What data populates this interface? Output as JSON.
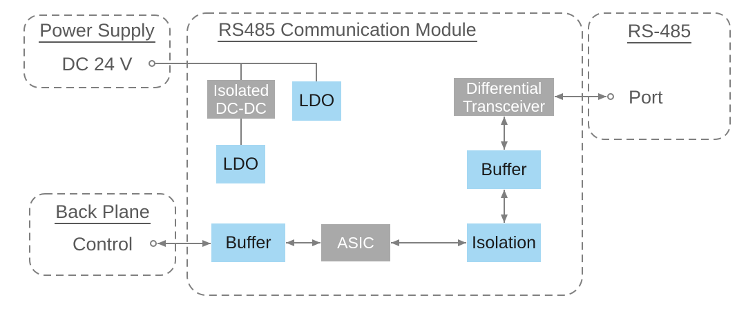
{
  "colors": {
    "background": "#FFFFFF",
    "block_blue": "#A5D8F3",
    "block_gray": "#A9A9A9",
    "line_gray": "#7F7F7F",
    "text_gray": "#595959",
    "block_text_dark": "#1A1A1A",
    "block_text_light": "#FFFFFF"
  },
  "groups": {
    "power_supply": {
      "title": "Power Supply",
      "label": "DC 24 V"
    },
    "module": {
      "title": "RS485 Communication Module"
    },
    "rs485": {
      "title": "RS-485",
      "label": "Port"
    },
    "back_plane": {
      "title": "Back Plane",
      "label": "Control"
    }
  },
  "blocks": {
    "isolated_dcdc": {
      "line1": "Isolated",
      "line2": "DC-DC"
    },
    "ldo_top": {
      "label": "LDO"
    },
    "ldo_mid": {
      "label": "LDO"
    },
    "diff_transceiver": {
      "line1": "Differential",
      "line2": "Transceiver"
    },
    "buffer_right": {
      "label": "Buffer"
    },
    "isolation": {
      "label": "Isolation"
    },
    "buffer_left": {
      "label": "Buffer"
    },
    "asic": {
      "label": "ASIC"
    }
  }
}
